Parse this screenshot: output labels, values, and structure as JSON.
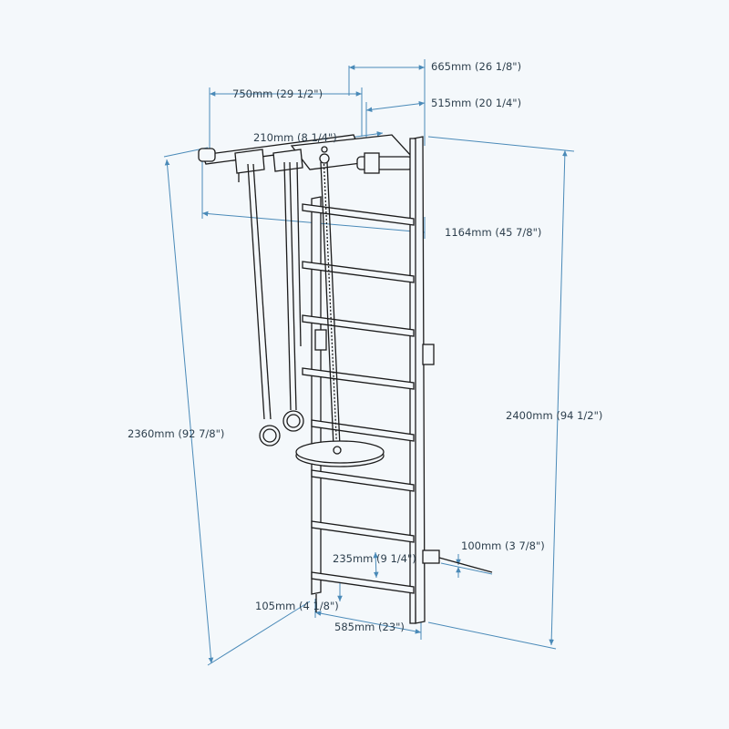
{
  "colors": {
    "background": "#f4f8fb",
    "dimension": "#4a8ab8",
    "ink": "#1c1c1c",
    "label": "#2d3f4d"
  },
  "dimensions": {
    "top_depth": "665mm (26 1/8\")",
    "bar_width": "750mm (29 1/2\")",
    "bar_depth": "515mm (20 1/4\")",
    "bar_offset": "210mm (8 1/4\")",
    "frame_depth": "1164mm (45 7/8\")",
    "total_height": "2400mm (94 1/2\")",
    "rings_height": "2360mm (92 7/8\")",
    "wall_bracket": "100mm (3 7/8\")",
    "rung_spacing": "235mm (9 1/4\")",
    "bottom_clearance": "105mm (4 1/8\")",
    "ladder_width": "585mm (23\")"
  }
}
